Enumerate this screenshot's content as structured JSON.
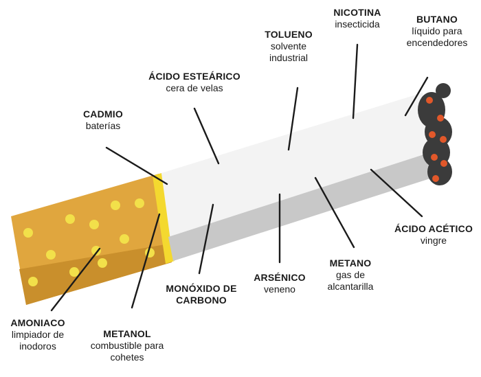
{
  "labels": [
    {
      "id": "amoniaco",
      "name": "AMONIACO",
      "desc": "limpiador de inodoros"
    },
    {
      "id": "metanol",
      "name": "METANOL",
      "desc": "combustible para cohetes"
    },
    {
      "id": "cadmio",
      "name": "CADMIO",
      "desc": "baterías"
    },
    {
      "id": "acido-estearico",
      "name": "ÁCIDO ESTEÁRICO",
      "desc": "cera de velas"
    },
    {
      "id": "monoxido",
      "name": "MONÓXIDO DE CARBONO",
      "desc": ""
    },
    {
      "id": "tolueno",
      "name": "TOLUENO",
      "desc": "solvente industrial"
    },
    {
      "id": "arsenico",
      "name": "ARSÉNICO",
      "desc": "veneno"
    },
    {
      "id": "nicotina",
      "name": "NICOTINA",
      "desc": "insecticida"
    },
    {
      "id": "metano",
      "name": "METANO",
      "desc": "gas de alcantarilla"
    },
    {
      "id": "butano",
      "name": "BUTANO",
      "desc": "líquido para encendedores"
    },
    {
      "id": "acido-acetico",
      "name": "ÁCIDO ACÉTICO",
      "desc": "vingre"
    }
  ],
  "colors": {
    "filter": "#e0a63e",
    "filter_dark": "#c98f2c",
    "filter_dots": "#f2e04a",
    "band": "#f4d92f",
    "paper": "#f3f3f3",
    "paper_shadow": "#c8c8c8",
    "ash": "#3b3b3b",
    "ember": "#e2582a",
    "line": "#1a1a1a"
  }
}
